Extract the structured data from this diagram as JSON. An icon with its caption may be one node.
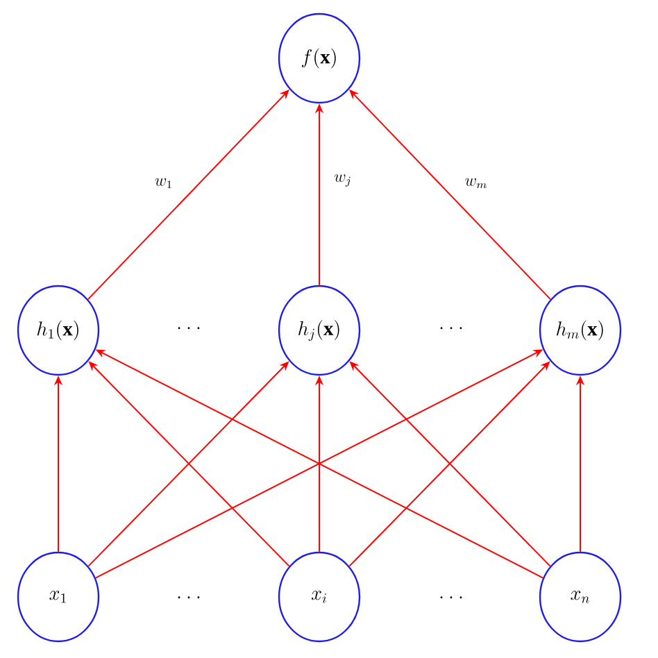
{
  "diagram": {
    "nodes": [
      {
        "text": [
          "f(\\mathbf{x})"
        ]
      },
      {
        "text": [
          "h_1(\\mathbf{x})"
        ]
      },
      {
        "text": [
          "h_j(\\mathbf{x})"
        ]
      },
      {
        "text": [
          "h_m(\\mathbf{x})"
        ]
      },
      {
        "text": [
          "x_1"
        ]
      },
      {
        "text": [
          "x_i"
        ]
      },
      {
        "text": [
          "x_n"
        ]
      }
    ],
    "edges": [
      {
        "from": 1,
        "to": 0,
        "arrow": "to",
        "label": "w_1"
      },
      {
        "from": 2,
        "to": 0,
        "arrow": "to",
        "label": "w_j"
      },
      {
        "from": 3,
        "to": 0,
        "arrow": "to",
        "label": "w_m"
      },
      {
        "from": 4,
        "to": 1,
        "arrow": "to"
      },
      {
        "from": 4,
        "to": 2,
        "arrow": "to"
      },
      {
        "from": 4,
        "to": 3,
        "arrow": "to"
      },
      {
        "from": 5,
        "to": 1,
        "arrow": "to"
      },
      {
        "from": 5,
        "to": 2,
        "arrow": "to"
      },
      {
        "from": 5,
        "to": 3,
        "arrow": "to"
      },
      {
        "from": 6,
        "to": 1,
        "arrow": "to"
      },
      {
        "from": 6,
        "to": 2,
        "arrow": "to"
      },
      {
        "from": 6,
        "to": 3,
        "arrow": "to"
      }
    ],
    "labels": [
      "· · ·",
      "· · ·",
      "· · ·",
      "· · ·"
    ]
  }
}
